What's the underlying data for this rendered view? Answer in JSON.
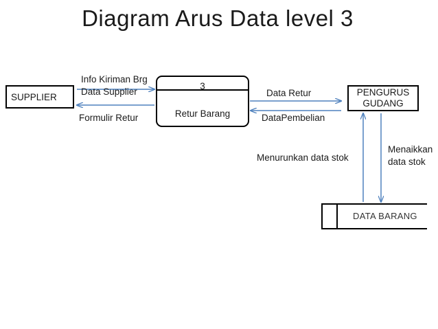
{
  "title": "Diagram Arus Data level 3",
  "entities": {
    "supplier": "SUPPLIER",
    "pengurus_line1": "PENGURUS",
    "pengurus_line2": "GUDANG"
  },
  "process": {
    "number": "3",
    "name": "Retur Barang"
  },
  "data_store": {
    "name": "DATA BARANG"
  },
  "flows": {
    "info_kiriman": "Info Kiriman Brg",
    "data_supplier": "Data Supplier",
    "formulir_retur": "Formulir Retur",
    "data_retur": "Data Retur",
    "data_pembelian": "DataPembelian",
    "menurunkan": "Menurunkan data stok",
    "menaikkan_line1": "Menaikkan",
    "menaikkan_line2": "data stok"
  },
  "colors": {
    "flow_arrow": "#4f81bd",
    "outline": "#000000"
  }
}
